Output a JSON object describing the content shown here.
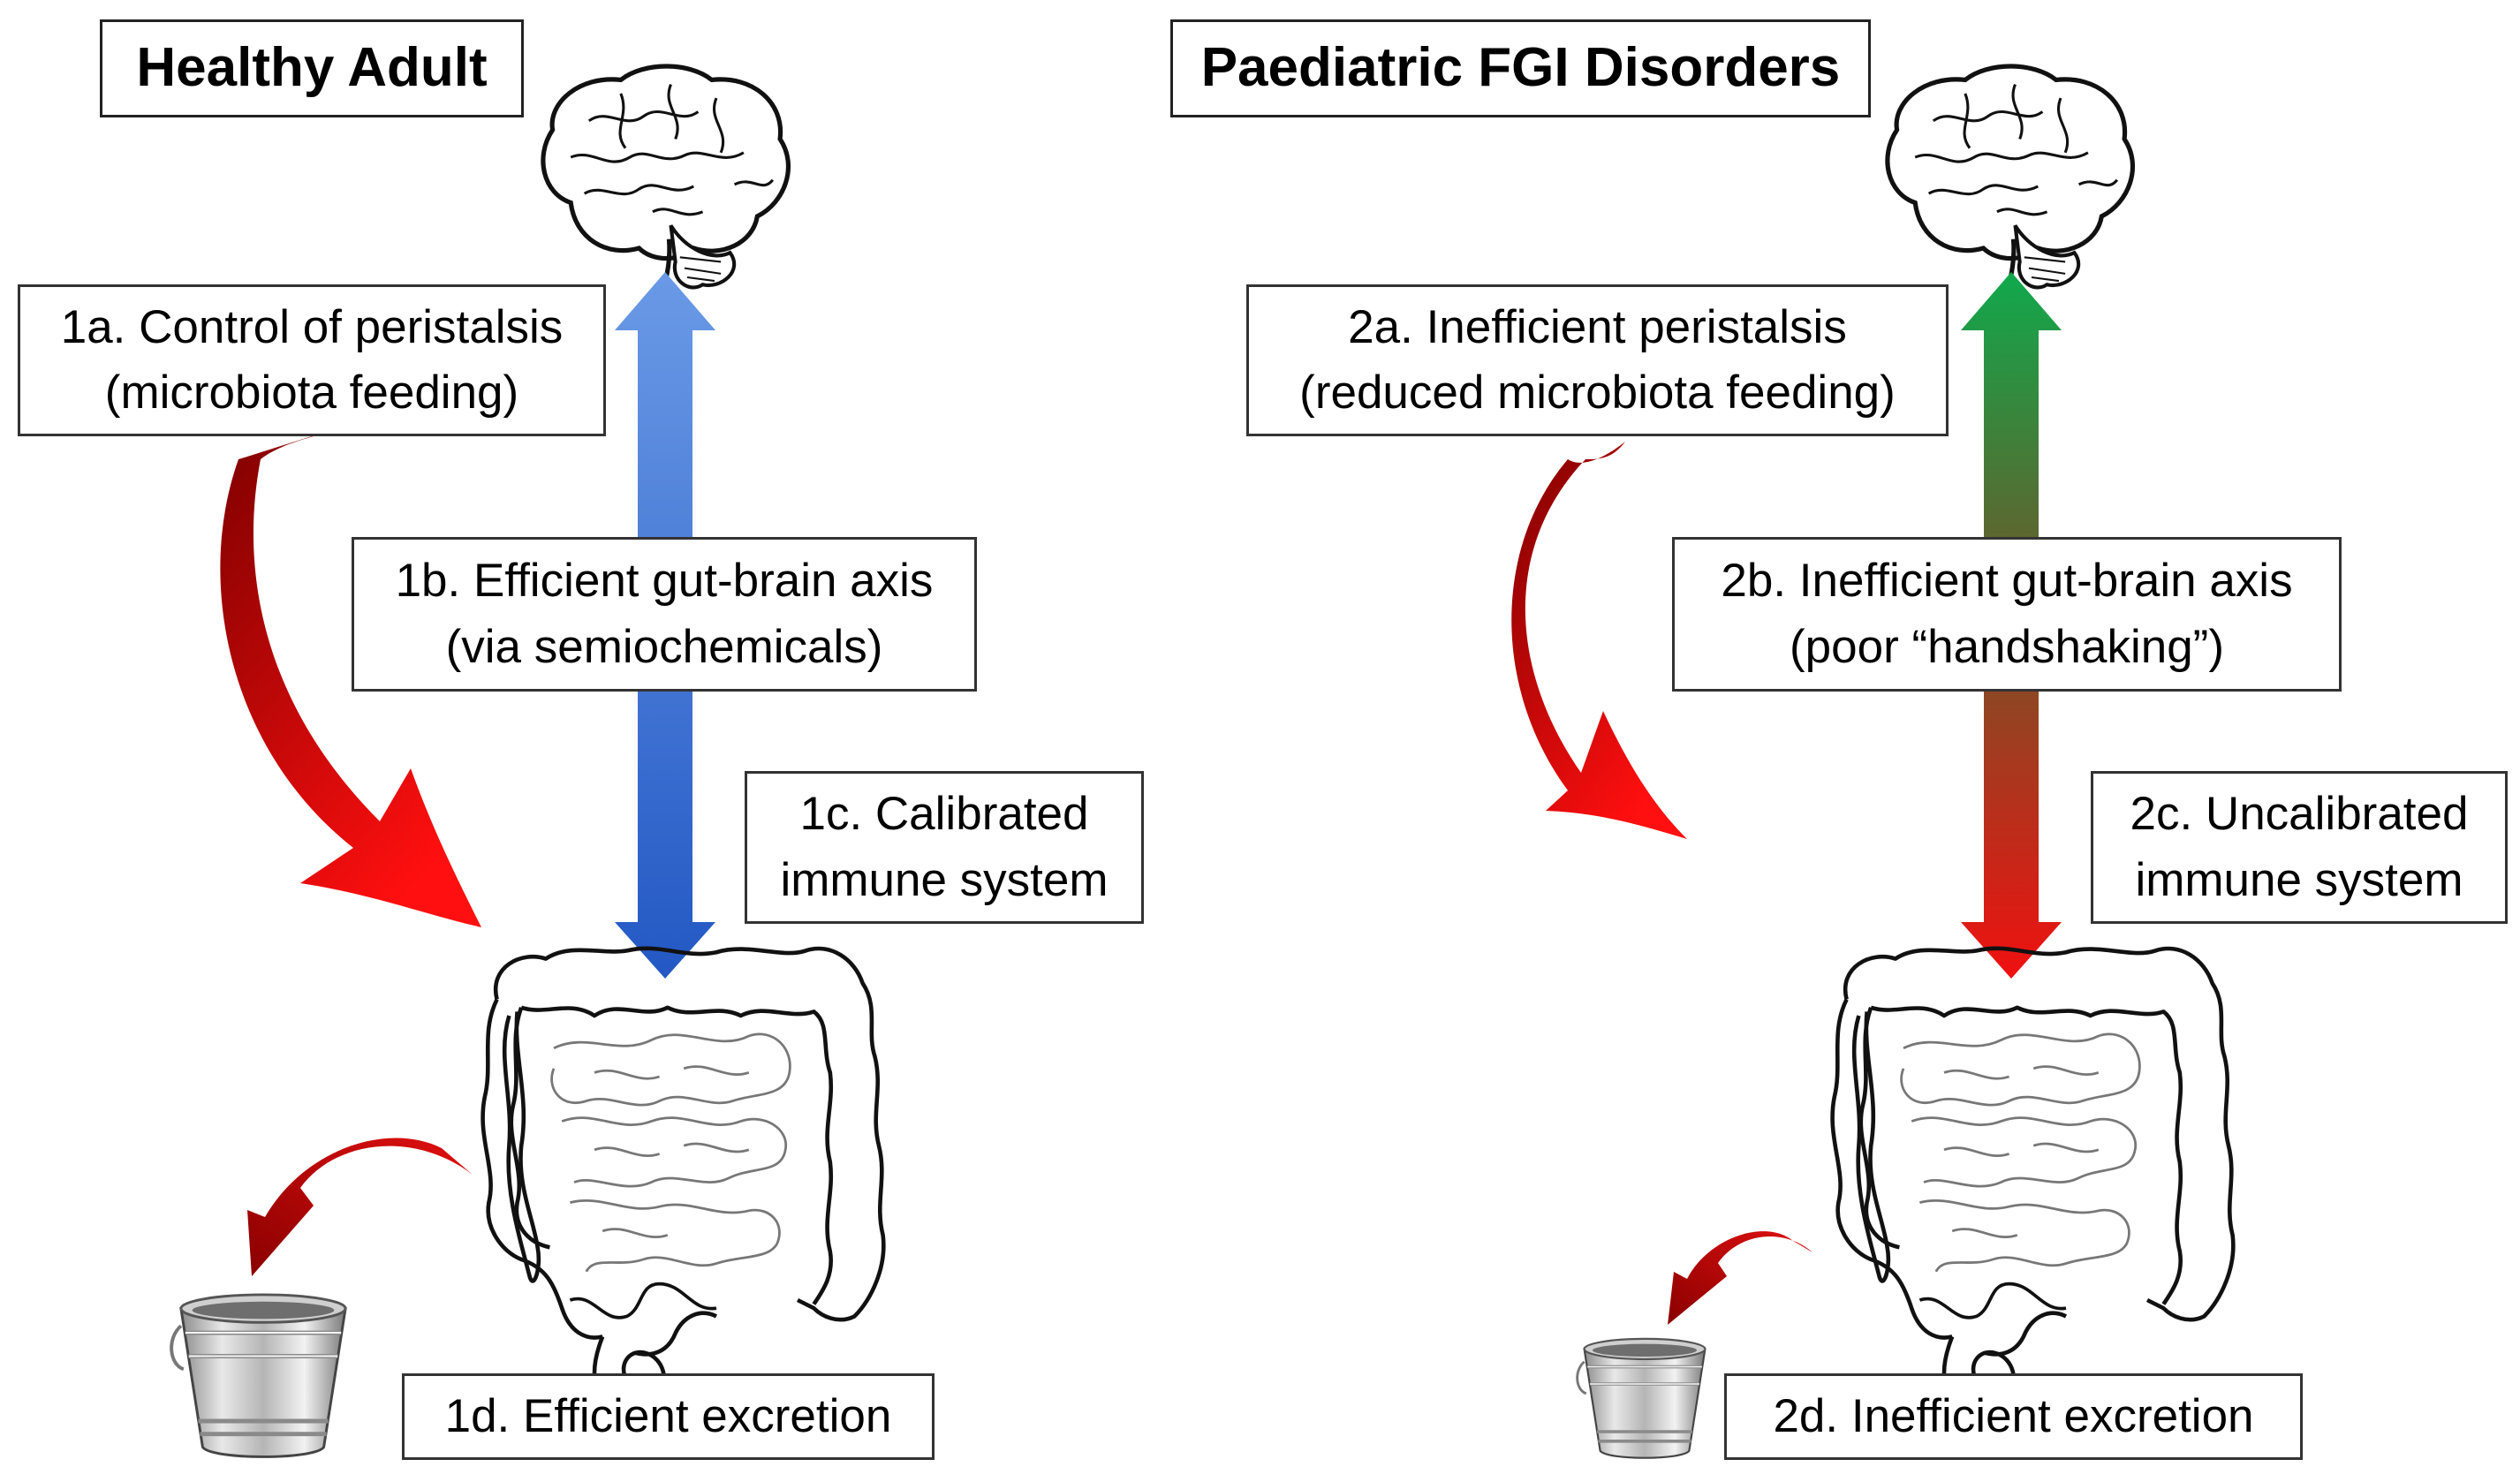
{
  "panels": {
    "left": {
      "title": "Healthy Adult",
      "label_a": [
        "1a. Control of peristalsis",
        "(microbiota feeding)"
      ],
      "label_b": [
        "1b. Efficient gut-brain axis",
        "(via semiochemicals)"
      ],
      "label_c": [
        "1c. Calibrated",
        "immune system"
      ],
      "label_d": "1d. Efficient excretion",
      "axis_arrow_colors": [
        "#5b8ee0",
        "#2b62c8"
      ]
    },
    "right": {
      "title": "Paediatric FGI Disorders",
      "label_a": [
        "2a. Inefficient peristalsis",
        "(reduced microbiota feeding)"
      ],
      "label_b": [
        "2b. Inefficient gut-brain axis",
        "(poor “handshaking”)"
      ],
      "label_c": [
        "2c. Uncalibrated",
        "immune system"
      ],
      "label_d": "2d. Inefficient excretion",
      "axis_arrow_colors": [
        "#1ea84e",
        "#e01010"
      ]
    }
  },
  "colors": {
    "curved_arrow_dark": "#8a0000",
    "curved_arrow_bright": "#ff1010",
    "box_border": "#333333"
  },
  "icons": [
    "brain-icon",
    "intestine-icon",
    "bucket-icon"
  ]
}
